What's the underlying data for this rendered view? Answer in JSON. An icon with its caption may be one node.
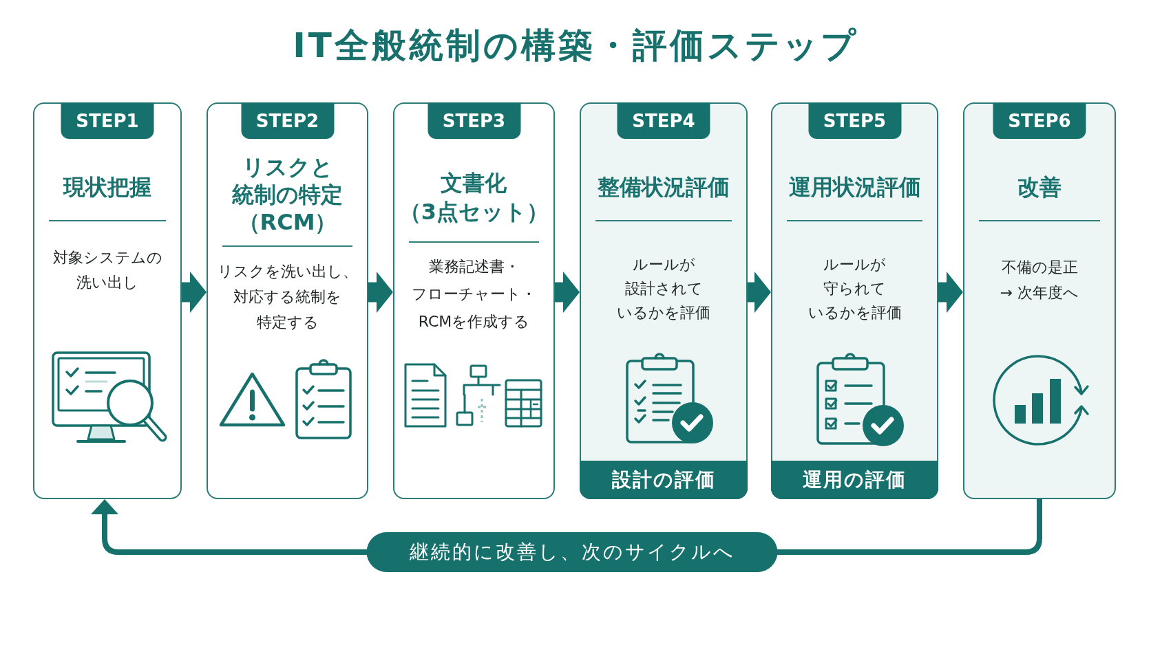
{
  "diagram": {
    "title": "IT全般統制の構築・評価ステップ",
    "nodes": [
      {
        "text": [
          "現状把握",
          "対象システムの洗い出し"
        ]
      },
      {
        "text": [
          "STEP1"
        ],
        "in": 0
      },
      {
        "text": [
          "リスクと統制の特定（RCM）",
          "リスクを洗い出し、対応する統制を特定する"
        ]
      },
      {
        "text": [
          "STEP2"
        ],
        "in": 2
      },
      {
        "text": [
          "文書化（3点セット）",
          "業務記述書・フローチャート・RCMを作成する"
        ]
      },
      {
        "text": [
          "STEP3"
        ],
        "in": 4
      },
      {
        "text": [
          "整備状況評価",
          "ルールが設計されているかを評価"
        ]
      },
      {
        "text": [
          "STEP4"
        ],
        "in": 6
      },
      {
        "text": [
          "設計の評価"
        ],
        "in": 6
      },
      {
        "text": [
          "運用状況評価",
          "ルールが守られているかを評価"
        ]
      },
      {
        "text": [
          "STEP5"
        ],
        "in": 9
      },
      {
        "text": [
          "運用の評価"
        ],
        "in": 9
      },
      {
        "text": [
          "改善",
          "不備の是正→ 次年度へ"
        ]
      },
      {
        "text": [
          "STEP6"
        ],
        "in": 12
      }
    ],
    "edges": [
      {
        "from": 0,
        "to": 2,
        "arrow": "to"
      },
      {
        "from": 2,
        "to": 4,
        "arrow": "to"
      },
      {
        "from": 4,
        "to": 6,
        "arrow": "to"
      },
      {
        "from": 6,
        "to": 9,
        "arrow": "to"
      },
      {
        "from": 9,
        "to": 12,
        "arrow": "to"
      },
      {
        "from": 12,
        "to": 0,
        "arrow": "to",
        "label": "継続的に改善し、次のサイクルへ"
      }
    ]
  }
}
